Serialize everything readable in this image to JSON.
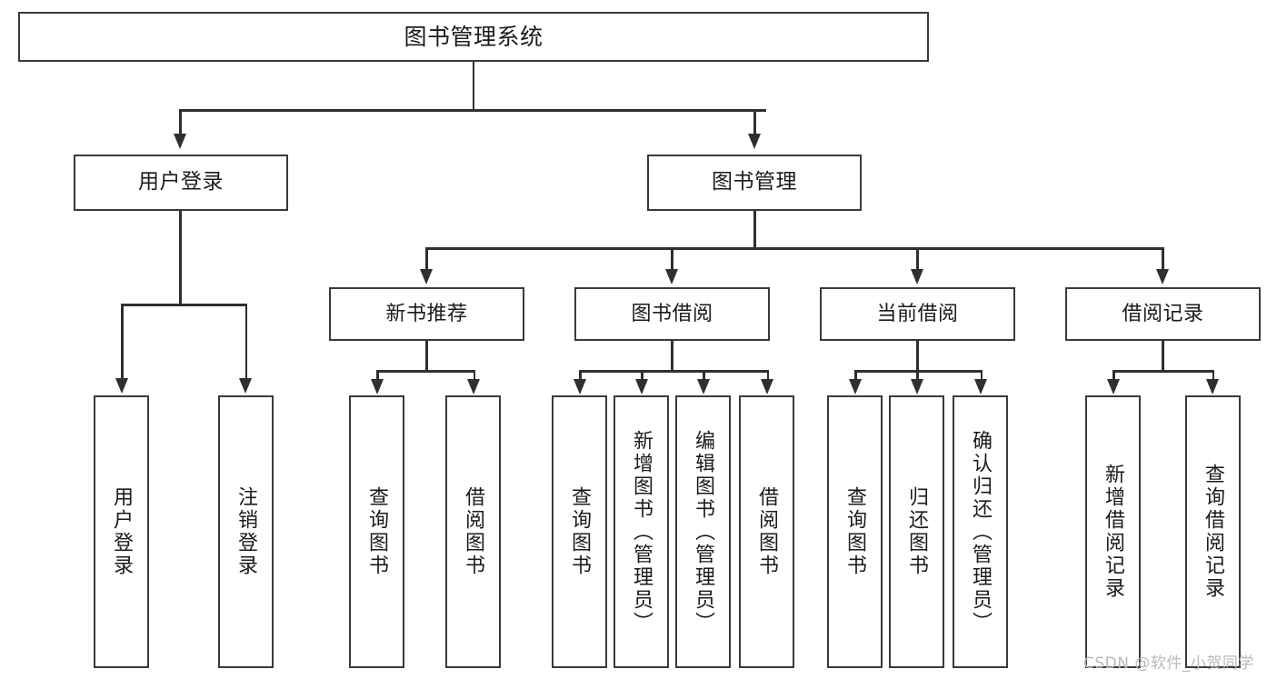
{
  "diagram": {
    "type": "tree",
    "title": "图书管理系统",
    "root": {
      "label": "图书管理系统"
    },
    "branches": [
      {
        "id": "user-login",
        "label": "用户登录"
      },
      {
        "id": "book-manage",
        "label": "图书管理"
      }
    ],
    "groups": [
      {
        "id": "new-book-recommend",
        "label": "新书推荐"
      },
      {
        "id": "book-borrow",
        "label": "图书借阅"
      },
      {
        "id": "current-borrow",
        "label": "当前借阅"
      },
      {
        "id": "borrow-record",
        "label": "借阅记录"
      }
    ],
    "leaves": {
      "user_login": [
        {
          "id": "leaf-user-login",
          "label": "用户登录"
        },
        {
          "id": "leaf-logout-login",
          "label": "注销登录"
        }
      ],
      "new_book_recommend": [
        {
          "id": "leaf-query-book-1",
          "label": "查询图书"
        },
        {
          "id": "leaf-borrow-book-1",
          "label": "借阅图书"
        }
      ],
      "book_borrow": [
        {
          "id": "leaf-query-book-2",
          "label": "查询图书"
        },
        {
          "id": "leaf-add-book",
          "label": "新增图书（管理员）"
        },
        {
          "id": "leaf-edit-book",
          "label": "编辑图书（管理员）"
        },
        {
          "id": "leaf-borrow-book-2",
          "label": "借阅图书"
        }
      ],
      "current_borrow": [
        {
          "id": "leaf-query-book-3",
          "label": "查询图书"
        },
        {
          "id": "leaf-return-book",
          "label": "归还图书"
        },
        {
          "id": "leaf-confirm-return",
          "label": "确认归还（管理员）"
        }
      ],
      "borrow_record": [
        {
          "id": "leaf-add-record",
          "label": "新增借阅记录"
        },
        {
          "id": "leaf-query-record",
          "label": "查询借阅记录"
        }
      ]
    }
  },
  "watermark": {
    "text": "CSDN @软件_小贺同学"
  },
  "colors": {
    "border": "#3a3a3a",
    "connector": "#2f2f2f",
    "text": "#1b1b1b",
    "background": "#ffffff",
    "watermark": "#b9b9b9"
  }
}
